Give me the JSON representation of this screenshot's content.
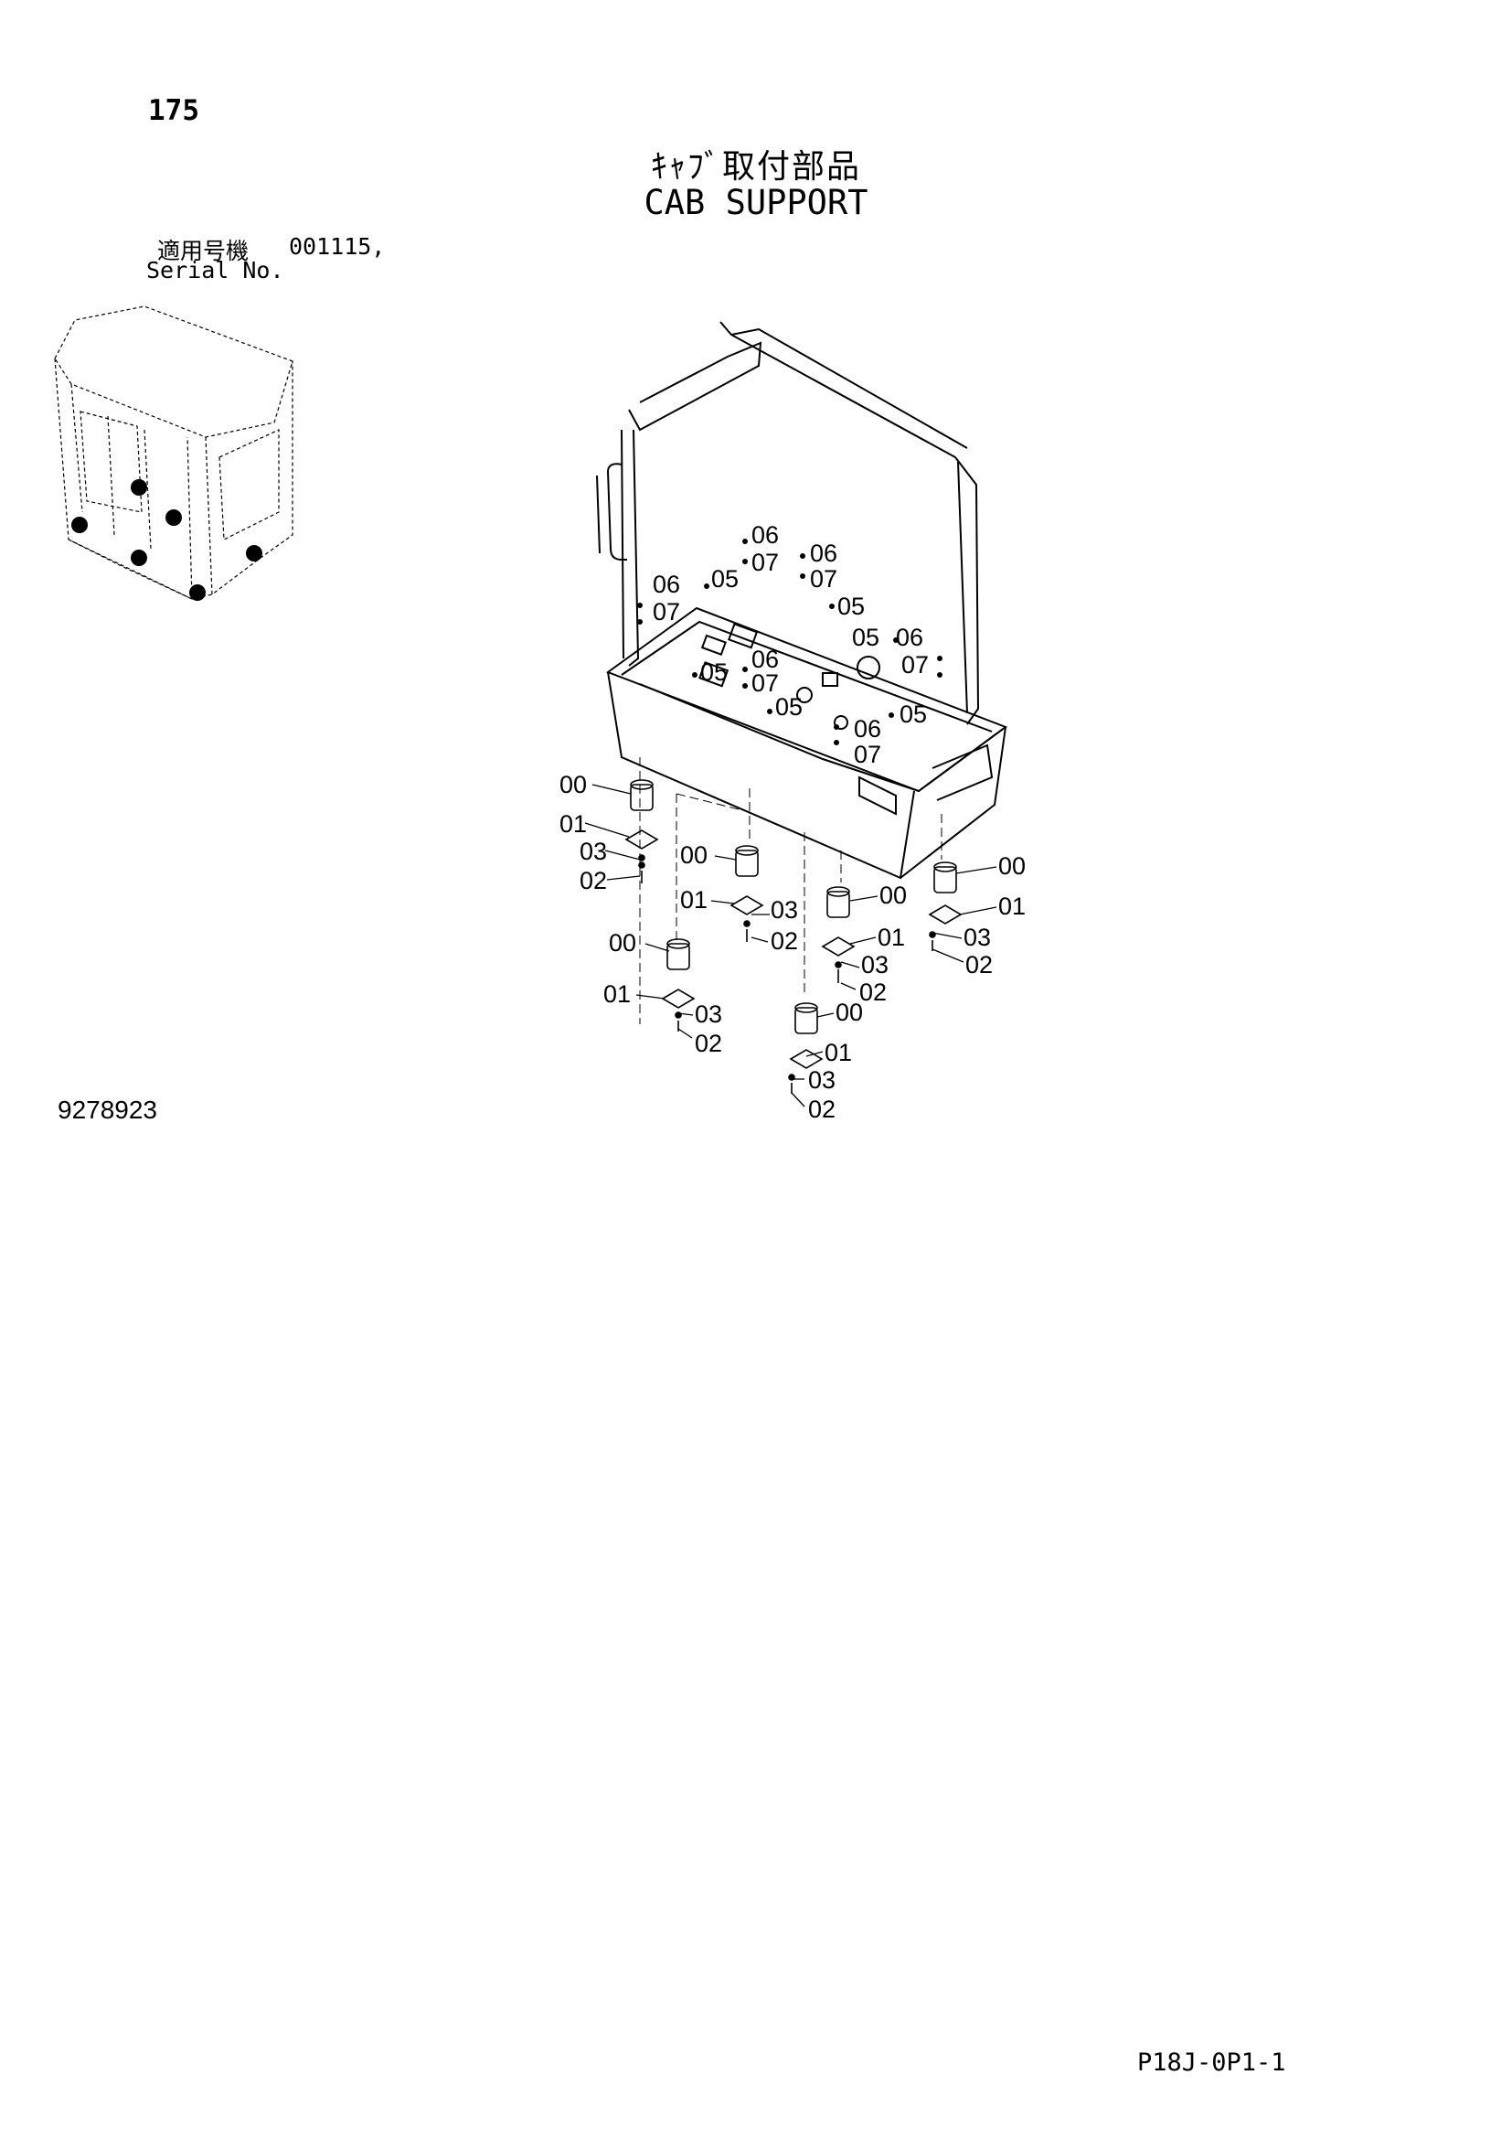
{
  "header": {
    "page_number": "175",
    "title_jp": "ｷｬﾌﾞ取付部品",
    "title_en": "CAB SUPPORT",
    "serial_label_jp": "適用号機",
    "serial_value": "001115,",
    "serial_label_en": "Serial No."
  },
  "drawing_number": "9278923",
  "page_code": "P18J-0P1-1",
  "callouts": {
    "c00": "00",
    "c01": "01",
    "c02": "02",
    "c03": "03",
    "c05": "05",
    "c06": "06",
    "c07": "07"
  }
}
